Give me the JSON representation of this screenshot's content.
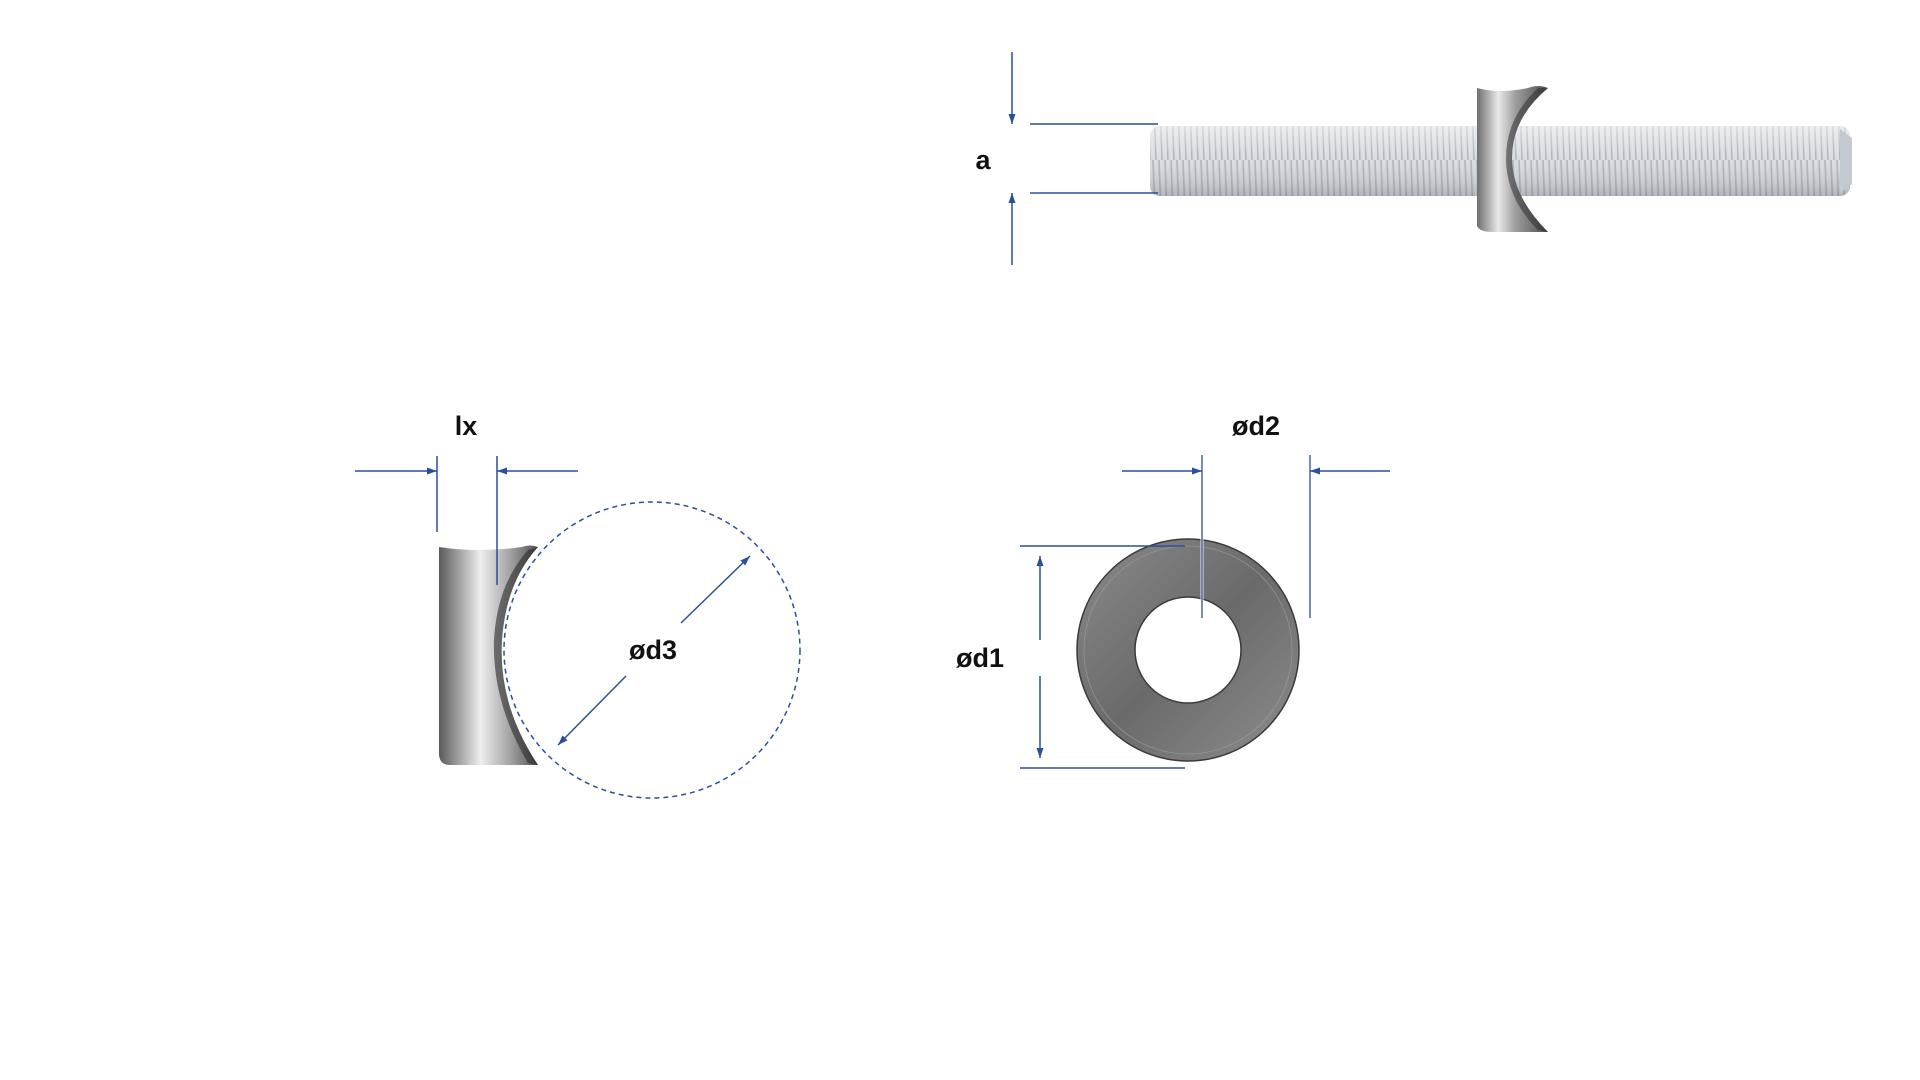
{
  "labels": {
    "a": "a",
    "lx": "lx",
    "d1": "ød1",
    "d2": "ød2",
    "d3": "ød3"
  },
  "colors": {
    "dimension_line": "#2a4f9e",
    "label_text": "#111111",
    "metal_dark": "#5f5f5f",
    "metal_light": "#e6e6e6",
    "thread": "#c9ced4",
    "background": "#ffffff"
  }
}
